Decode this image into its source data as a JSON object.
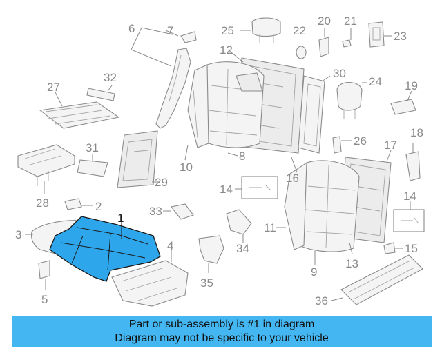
{
  "highlighted_part": "1",
  "callouts": [
    "1",
    "2",
    "3",
    "4",
    "5",
    "6",
    "7",
    "8",
    "9",
    "10",
    "11",
    "12",
    "13",
    "14",
    "14",
    "15",
    "16",
    "17",
    "18",
    "19",
    "20",
    "21",
    "22",
    "23",
    "24",
    "25",
    "26",
    "27",
    "28",
    "29",
    "30",
    "31",
    "32",
    "33",
    "34",
    "35",
    "36"
  ],
  "banner": {
    "line1": "Part or sub-assembly is #1 in diagram",
    "line2": "Diagram may not be specific to your vehicle"
  },
  "colors": {
    "highlight": "#2ea6ec",
    "banner": "#44b7f2",
    "line": "#8a8a8a"
  }
}
